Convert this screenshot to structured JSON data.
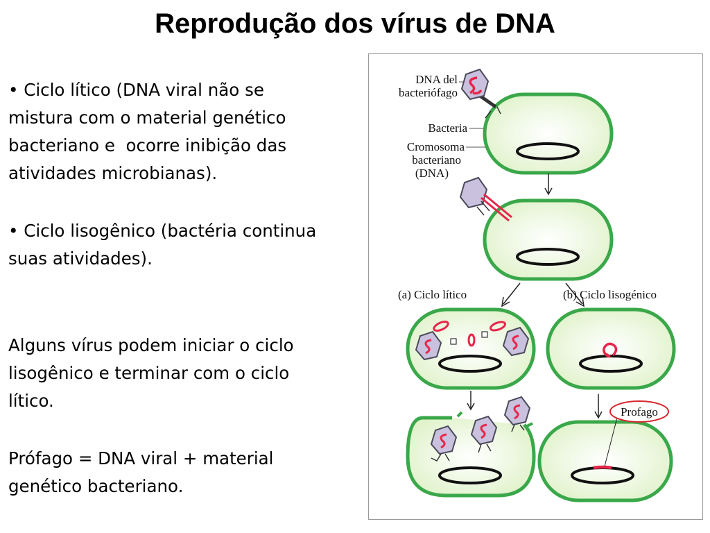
{
  "title": "Reprodução dos vírus de DNA",
  "left_text": {
    "lytic_bullet": {
      "lines": [
        "• Ciclo lítico (DNA viral não se",
        "mistura com o material genético",
        "bacteriano e  ocorre inibição das",
        "atividades microbianas)."
      ]
    },
    "lysogenic_bullet": {
      "lines": [
        "• Ciclo lisogênico (bactéria continua",
        "suas atividades)."
      ]
    },
    "note": {
      "lines": [
        "Alguns vírus podem iniciar o ciclo",
        "lisogênico e terminar com o ciclo",
        "lítico."
      ]
    },
    "prophage_definition": {
      "lines": [
        "Prófago = DNA viral + material",
        "genético bacteriano."
      ]
    }
  },
  "diagram": {
    "labels": {
      "phage_dna": [
        "DNA del",
        "bacteriófago"
      ],
      "bacteria": "Bacteria",
      "chromosome": [
        "Cromosoma",
        "bacteriano",
        "(DNA)"
      ],
      "lytic_branch": "(a) Ciclo lítico",
      "lysogenic_branch": "(b) Ciclo lisogénico",
      "prophage": "Profago"
    },
    "colors": {
      "cell_fill": "#dff2c8",
      "cell_border": "#3aa84a",
      "phage_fill": "#c9c1de",
      "phage_border": "#4a4a5a",
      "viral_dna": "#e8254a",
      "callout_oval": "#d9262d"
    }
  }
}
